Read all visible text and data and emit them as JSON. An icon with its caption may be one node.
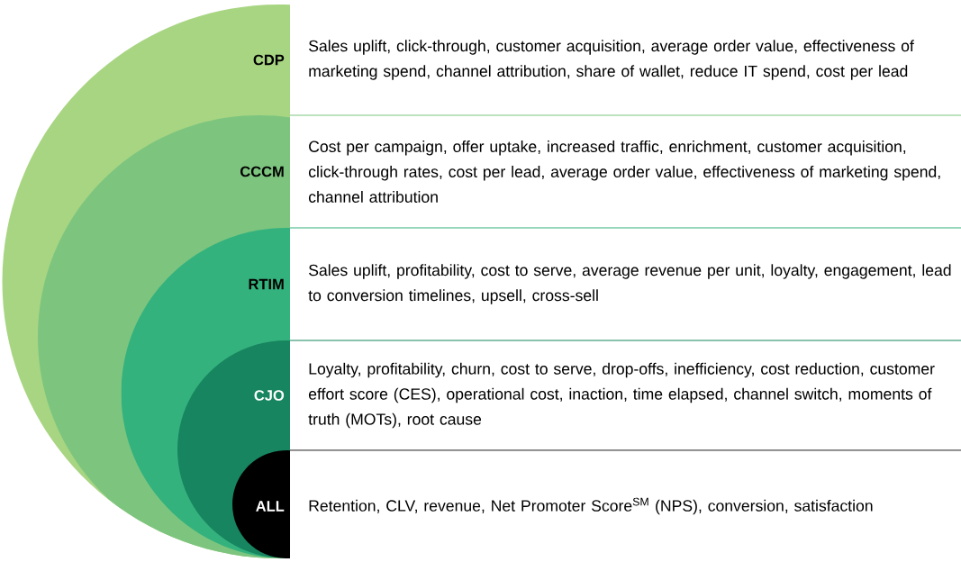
{
  "diagram": {
    "nodes": [
      {
        "text": [
          "CDP"
        ],
        "beside": [
          "Sales uplift, click-through, customer acquisition, average order value, effectiveness of marketing spend, channel attribution, share of wallet, reduce IT spend, cost per lead"
        ]
      },
      {
        "text": [
          "CCCM"
        ],
        "in": 0,
        "beside": [
          "Cost per campaign, offer uptake, increased traffic, enrichment, customer acquisition, click-through rates, cost per lead, average order value, effectiveness of marketing spend, channel attribution"
        ]
      },
      {
        "text": [
          "RTIM"
        ],
        "in": 1,
        "beside": [
          "Sales uplift, profitability, cost to serve, average revenue per unit, loyalty, engagement, lead to conversion timelines, upsell, cross-sell"
        ]
      },
      {
        "text": [
          "CJO"
        ],
        "in": 2,
        "beside": [
          "Loyalty, profitability, churn, cost to serve, drop-offs, inefficiency, cost reduction, customer effort score (CES), operational cost, inaction, time elapsed, channel switch, moments of truth (MOTs), root cause"
        ]
      },
      {
        "text": [
          "ALL"
        ],
        "in": 3,
        "beside": [
          "Retention, CLV, revenue, Net Promoter Score$^{SM}$ (NPS), conversion, satisfaction"
        ]
      }
    ]
  }
}
